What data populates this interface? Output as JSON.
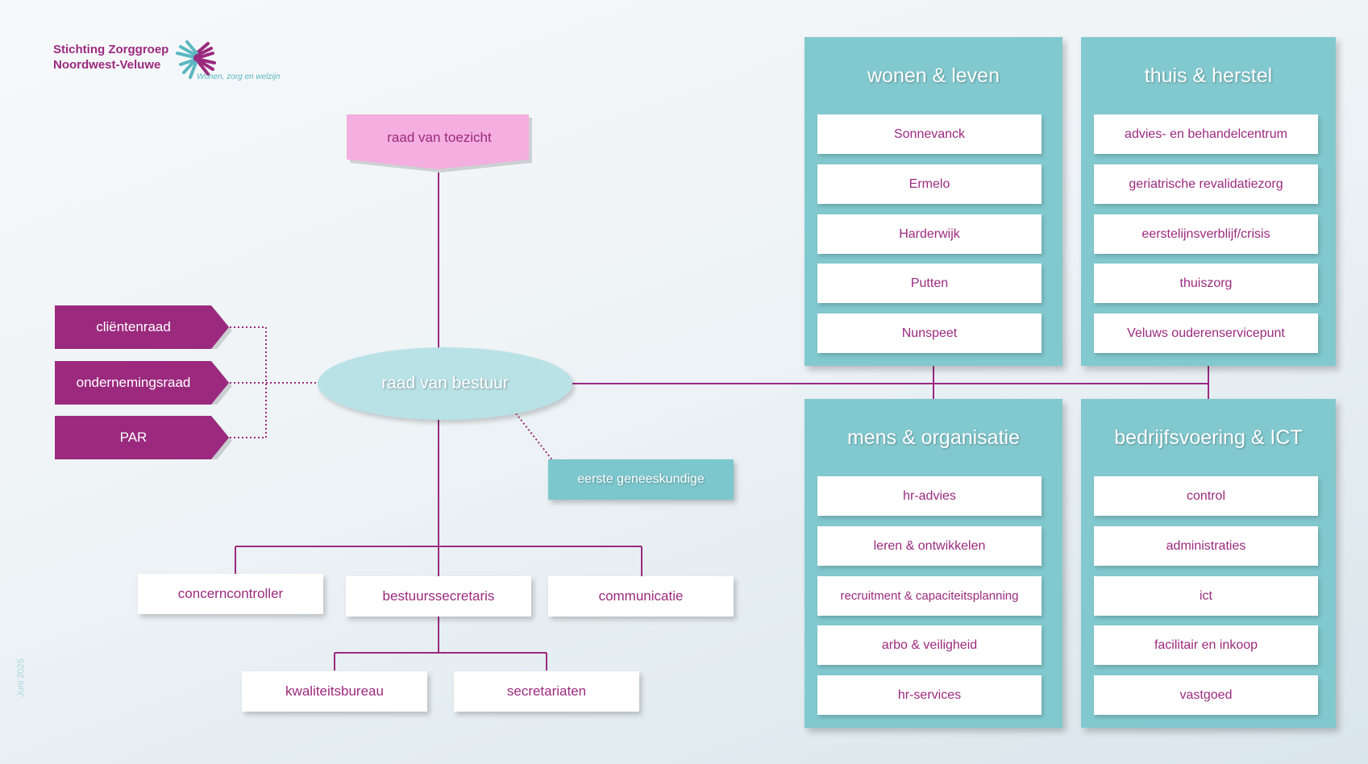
{
  "logo": {
    "line1": "Stichting Zorggroep",
    "line2": "Noordwest-Veluwe",
    "tagline": "Wonen, zorg en welzijn"
  },
  "side_date": "Juni 2025",
  "colors": {
    "magenta": "#9b2a7f",
    "pink": "#f4aee0",
    "teal_panel": "#82c9cf",
    "teal_light": "#b9e2e7",
    "teal_box": "#7cc7cd"
  },
  "toezicht": {
    "label": "raad van toezicht"
  },
  "councils": [
    {
      "label": "cliëntenraad"
    },
    {
      "label": "ondernemingsraad"
    },
    {
      "label": "PAR"
    }
  ],
  "bestuur": {
    "label": "raad van bestuur"
  },
  "eerste_geneeskundige": {
    "label": "eerste geneeskundige"
  },
  "staff": {
    "concerncontroller": "concerncontroller",
    "bestuurssecretaris": "bestuurssecretaris",
    "communicatie": "communicatie",
    "kwaliteitsbureau": "kwaliteitsbureau",
    "secretariaten": "secretariaten"
  },
  "panels": {
    "wonen": {
      "title": "wonen & leven",
      "items": [
        "Sonnevanck",
        "Ermelo",
        "Harderwijk",
        "Putten",
        "Nunspeet"
      ]
    },
    "thuis": {
      "title": "thuis & herstel",
      "items": [
        "advies- en behandelcentrum",
        "geriatrische revalidatiezorg",
        "eerstelijnsverblijf/crisis",
        "thuiszorg",
        "Veluws ouderenservicepunt"
      ]
    },
    "mens": {
      "title": "mens & organisatie",
      "items": [
        "hr-advies",
        "leren & ontwikkelen",
        "recruitment & capaciteitsplanning",
        "arbo & veiligheid",
        "hr-services"
      ]
    },
    "bedrijf": {
      "title": "bedrijfsvoering & ICT",
      "items": [
        "control",
        "administraties",
        "ict",
        "facilitair en inkoop",
        "vastgoed"
      ]
    }
  }
}
